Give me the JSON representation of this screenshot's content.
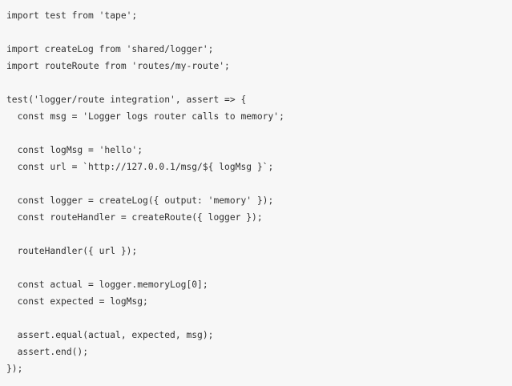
{
  "code": {
    "lines": [
      "import test from 'tape';",
      "",
      "import createLog from 'shared/logger';",
      "import routeRoute from 'routes/my-route';",
      "",
      "test('logger/route integration', assert => {",
      "  const msg = 'Logger logs router calls to memory';",
      "",
      "  const logMsg = 'hello';",
      "  const url = `http://127.0.0.1/msg/${ logMsg }`;",
      "",
      "  const logger = createLog({ output: 'memory' });",
      "  const routeHandler = createRoute({ logger });",
      "",
      "  routeHandler({ url });",
      "",
      "  const actual = logger.memoryLog[0];",
      "  const expected = logMsg;",
      "",
      "  assert.equal(actual, expected, msg);",
      "  assert.end();",
      "});"
    ]
  },
  "colors": {
    "background": "#f7f7f7",
    "text": "#303030"
  }
}
